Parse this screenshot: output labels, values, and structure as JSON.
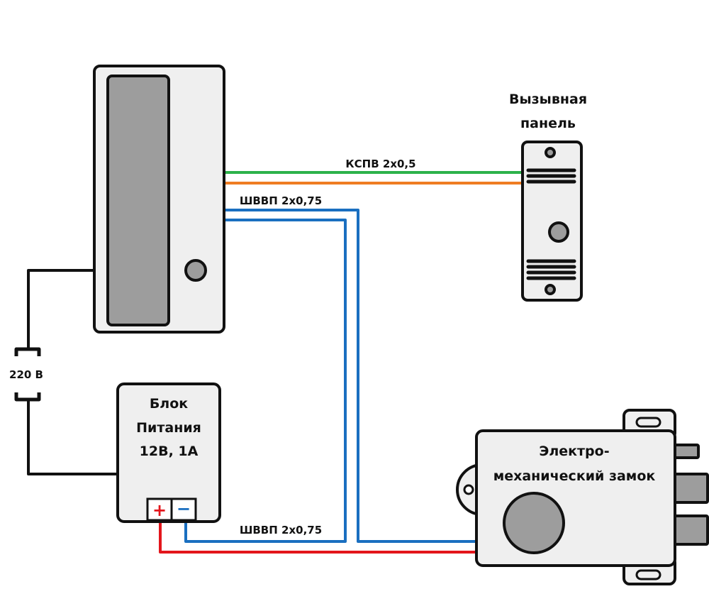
{
  "labels": {
    "call_panel": [
      "Вызывная",
      "панель"
    ],
    "cable_kspv": "КСПВ 2х0,5",
    "cable_shvvp_top": "ШВВП 2х0,75",
    "cable_shvvp_bottom": "ШВВП 2х0,75",
    "mains": "220 В",
    "power_supply": [
      "Блок",
      "Питания",
      "12В, 1А"
    ],
    "plus": "+",
    "minus": "−",
    "lock": [
      "Электро-",
      "механический замок"
    ]
  },
  "colors": {
    "green": "#2db24a",
    "orange": "#ef7d22",
    "blue": "#1a6fc0",
    "red": "#e3161c",
    "device_fill": "#efefef",
    "gray_fill": "#9d9d9d",
    "outline": "#111111"
  }
}
